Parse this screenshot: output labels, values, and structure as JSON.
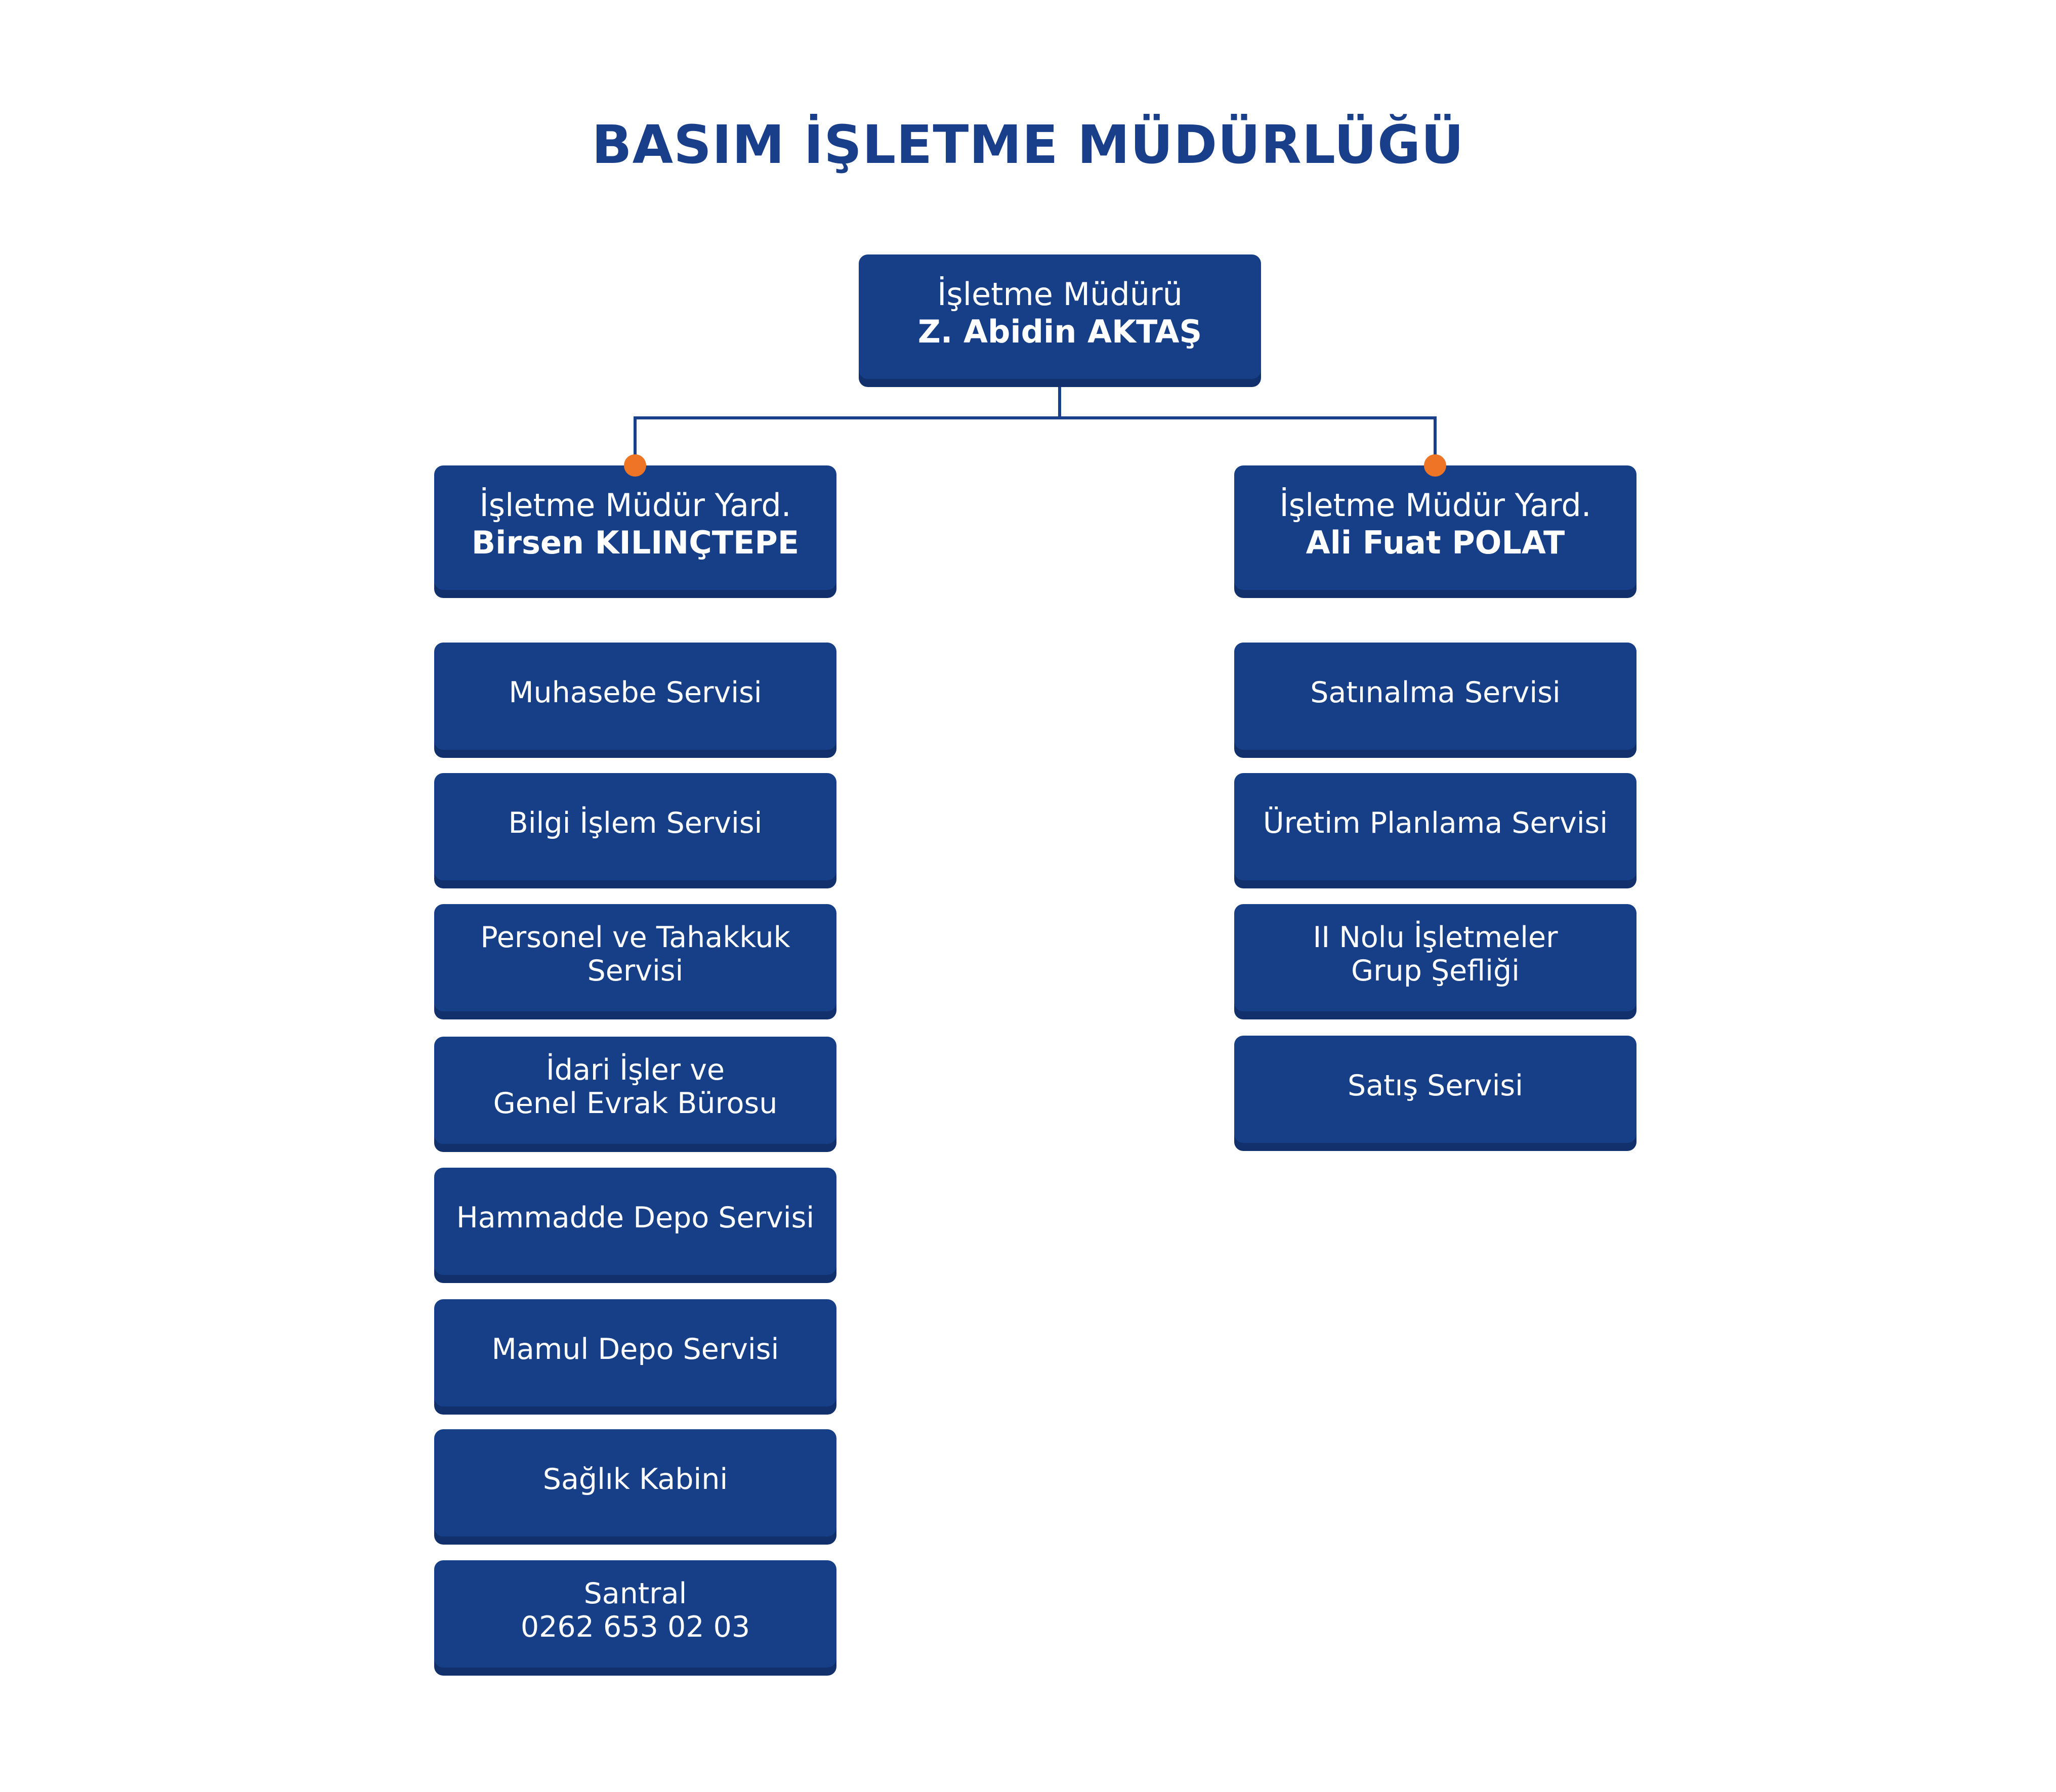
{
  "title": "BASIM İŞLETME MÜDÜRLÜĞÜ",
  "colors": {
    "box": "#173f88",
    "box_shadow": "#11306c",
    "title": "#1a3f8a",
    "connector": "#1a3f8a",
    "dot": "#ee7526"
  },
  "manager": {
    "role": "İşletme Müdürü",
    "name": "Z. Abidin AKTAŞ"
  },
  "deputies": [
    {
      "role": "İşletme Müdür Yard.",
      "name": "Birsen KILINÇTEPE"
    },
    {
      "role": "İşletme Müdür Yard.",
      "name": "Ali Fuat POLAT"
    }
  ],
  "left_units": [
    {
      "lines": [
        "Muhasebe Servisi"
      ]
    },
    {
      "lines": [
        "Bilgi İşlem Servisi"
      ]
    },
    {
      "lines": [
        "Personel ve Tahakkuk",
        "Servisi"
      ]
    },
    {
      "lines": [
        "İdari İşler ve",
        "Genel Evrak Bürosu"
      ]
    },
    {
      "lines": [
        "Hammadde Depo Servisi"
      ]
    },
    {
      "lines": [
        "Mamul Depo Servisi"
      ]
    },
    {
      "lines": [
        "Sağlık Kabini"
      ]
    },
    {
      "lines": [
        "Santral",
        "0262 653 02 03"
      ]
    }
  ],
  "right_units": [
    {
      "lines": [
        "Satınalma Servisi"
      ]
    },
    {
      "lines": [
        "Üretim Planlama Servisi"
      ]
    },
    {
      "lines": [
        "II Nolu İşletmeler",
        "Grup Şefliği"
      ]
    },
    {
      "lines": [
        "Satış Servisi"
      ]
    }
  ]
}
